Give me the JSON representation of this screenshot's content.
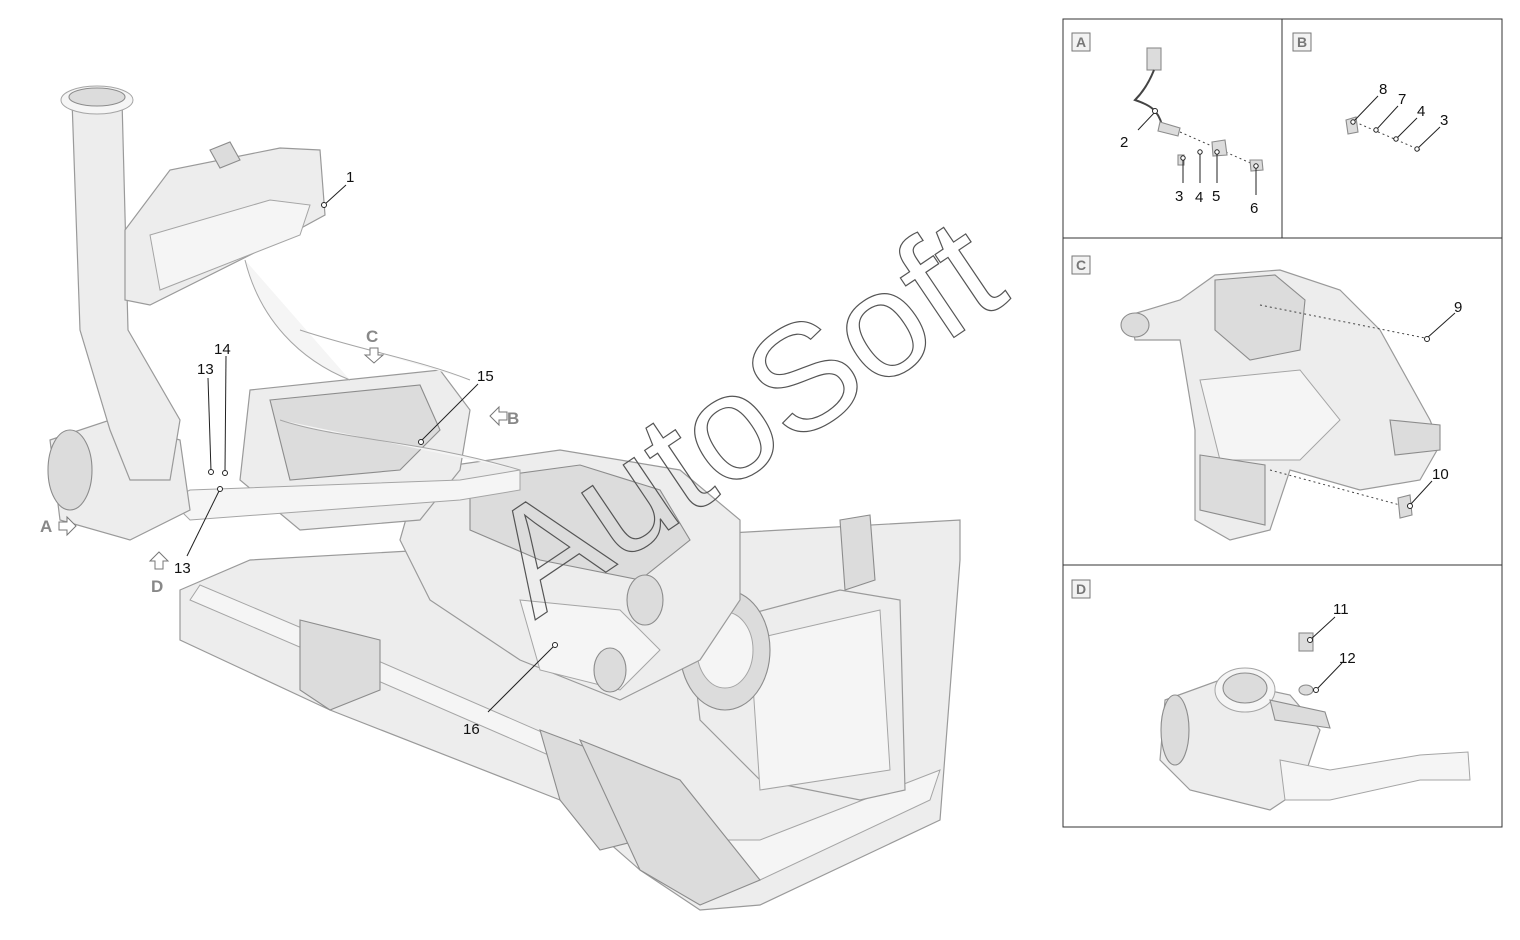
{
  "watermark": "AutoSoft",
  "view_arrows": {
    "a": "A",
    "b": "B",
    "c": "C",
    "d": "D"
  },
  "detail_boxes": {
    "a": "A",
    "b": "B",
    "c": "C",
    "d": "D"
  },
  "callouts": {
    "c1": "1",
    "c2": "2",
    "c3a": "3",
    "c4a": "4",
    "c5": "5",
    "c6": "6",
    "c8": "8",
    "c7": "7",
    "c4b": "4",
    "c3b": "3",
    "c9": "9",
    "c10": "10",
    "c11": "11",
    "c12": "12",
    "c13a": "13",
    "c14": "14",
    "c15": "15",
    "c13b": "13",
    "c16": "16"
  },
  "colors": {
    "line": "#333333",
    "part_fill": "#ededed",
    "label_gray": "#888888"
  }
}
